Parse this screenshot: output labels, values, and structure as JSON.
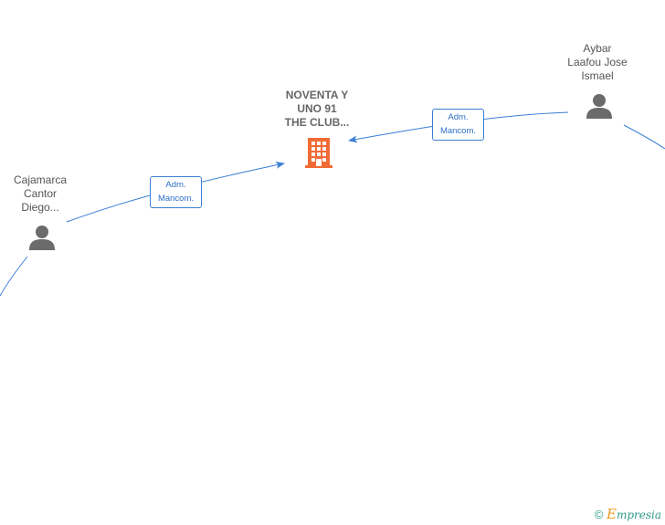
{
  "company": {
    "name": "NOVENTA Y\nUNO 91\nTHE CLUB...",
    "icon": "building-icon",
    "color": "#f26a34"
  },
  "people": [
    {
      "name": "Cajamarca\nCantor\nDiego...",
      "icon": "person-icon"
    },
    {
      "name": "Aybar\nLaafou Jose\nIsmael",
      "icon": "person-icon"
    }
  ],
  "relations": [
    {
      "from": "Cajamarca Cantor Diego...",
      "to": "NOVENTA Y UNO 91 THE CLUB...",
      "label": "Adm.\nMancom."
    },
    {
      "from": "Aybar Laafou Jose Ismael",
      "to": "NOVENTA Y UNO 91 THE CLUB...",
      "label": "Adm.\nMancom."
    }
  ],
  "colors": {
    "edge": "#3a7fd5",
    "person": "#6b6b6b",
    "company": "#f26a34"
  },
  "watermark": {
    "copyright": "©",
    "brand_initial": "E",
    "brand_rest": "mpresia"
  }
}
